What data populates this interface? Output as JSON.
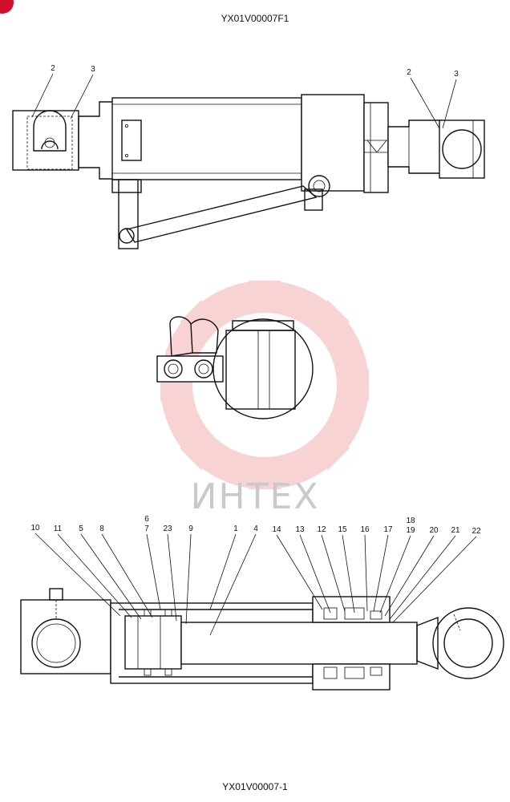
{
  "drawing": {
    "top_code": "YX01V00007F1",
    "bottom_code": "YX01V00007-1",
    "watermark": "ИНТЕХ"
  },
  "callouts_top": [
    "2",
    "3",
    "2",
    "3"
  ],
  "callouts_section": [
    "10",
    "11",
    "5",
    "8",
    "6",
    "7",
    "23",
    "9",
    "1",
    "4",
    "14",
    "13",
    "12",
    "15",
    "16",
    "18",
    "17",
    "19",
    "20",
    "21",
    "22"
  ],
  "colors": {
    "ink": "#111111",
    "watermark": "#e23a3a",
    "badge": "#d0102a"
  }
}
